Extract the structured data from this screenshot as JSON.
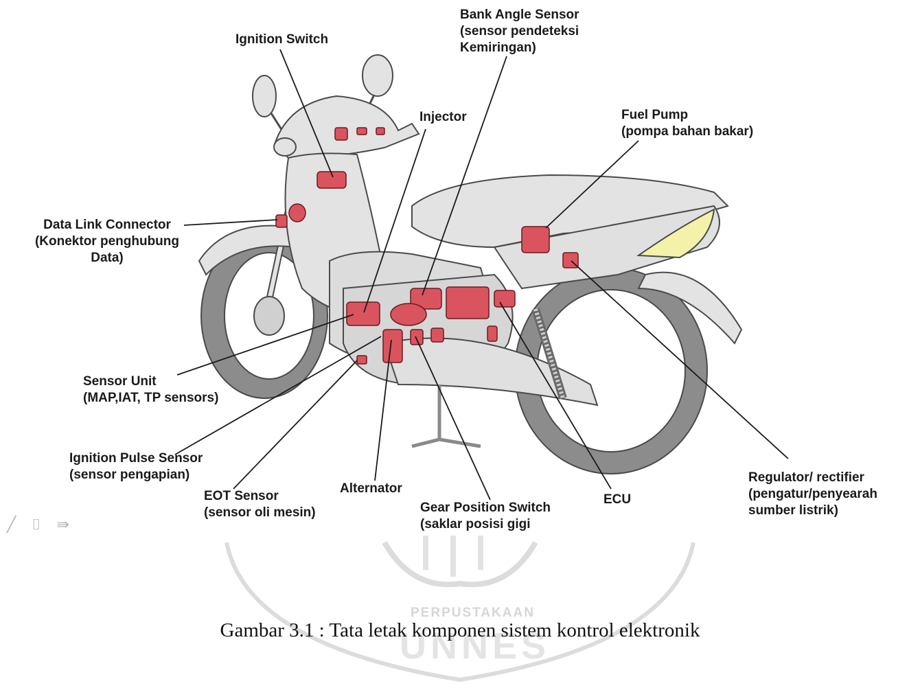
{
  "labels": {
    "ignition_switch": [
      "Ignition Switch"
    ],
    "bank_angle_sensor": [
      "Bank Angle Sensor",
      "(sensor pendeteksi",
      "Kemiringan)"
    ],
    "injector": [
      "Injector"
    ],
    "fuel_pump": [
      "Fuel Pump",
      "(pompa bahan bakar)"
    ],
    "data_link_connector": [
      "Data Link Connector",
      "(Konektor penghubung",
      "Data)"
    ],
    "sensor_unit": [
      "Sensor Unit",
      "(MAP,IAT, TP sensors)"
    ],
    "ignition_pulse_sensor": [
      "Ignition Pulse Sensor",
      "(sensor pengapian)"
    ],
    "eot_sensor": [
      "EOT Sensor",
      "(sensor oli mesin)"
    ],
    "alternator": [
      "Alternator"
    ],
    "gear_position_switch": [
      "Gear Position Switch",
      "(saklar posisi gigi"
    ],
    "ecu": [
      "ECU"
    ],
    "regulator_rectifier": [
      "Regulator/ rectifier",
      "(pengatur/penyearah",
      "sumber listrik)"
    ]
  },
  "caption": "Gambar 3.1 : Tata letak komponen sistem kontrol elektronik",
  "watermark": {
    "line1": "PERPUSTAKAAN",
    "line2": "UNNES"
  },
  "nav_glyphs": "╱ ⌷ ⇛",
  "colors": {
    "body_fill": "#e3e3e3",
    "outline": "#4a4a4a",
    "tire": "#8c8c8c",
    "component": "#d9545e",
    "tail_light": "#f4f2a8",
    "leader": "#1a1a1a"
  }
}
